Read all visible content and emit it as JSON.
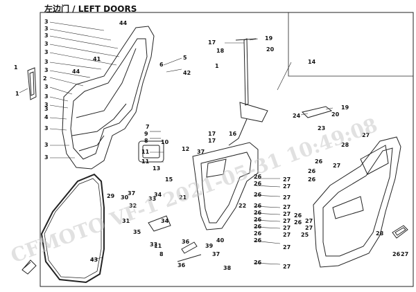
{
  "title": "左边门 / LEFT DOORS",
  "watermark": "CFMOTO  VF-1  2021-05-31  10:49:08",
  "callouts": [
    {
      "id": "c01",
      "text": "3"
    },
    {
      "id": "c02",
      "text": "3"
    },
    {
      "id": "c03",
      "text": "3"
    },
    {
      "id": "c04",
      "text": "3"
    },
    {
      "id": "c05",
      "text": "3"
    },
    {
      "id": "c06",
      "text": "3"
    },
    {
      "id": "c07",
      "text": "44"
    },
    {
      "id": "c08",
      "text": "1"
    },
    {
      "id": "c09",
      "text": "2"
    },
    {
      "id": "c10",
      "text": "3"
    },
    {
      "id": "c11",
      "text": "3"
    },
    {
      "id": "c12",
      "text": "1"
    },
    {
      "id": "c13",
      "text": "3"
    },
    {
      "id": "c14",
      "text": "3"
    },
    {
      "id": "c15",
      "text": "3"
    },
    {
      "id": "c16",
      "text": "4"
    },
    {
      "id": "c17",
      "text": "3"
    },
    {
      "id": "c18",
      "text": "3"
    },
    {
      "id": "c19",
      "text": "3"
    },
    {
      "id": "c20",
      "text": "44"
    },
    {
      "id": "c21",
      "text": "41"
    },
    {
      "id": "c22",
      "text": "5"
    },
    {
      "id": "c23",
      "text": "6"
    },
    {
      "id": "c24",
      "text": "42"
    },
    {
      "id": "c25",
      "text": "1"
    },
    {
      "id": "c26",
      "text": "17"
    },
    {
      "id": "c27",
      "text": "18"
    },
    {
      "id": "c28",
      "text": "19"
    },
    {
      "id": "c29",
      "text": "20"
    },
    {
      "id": "c30",
      "text": "14"
    },
    {
      "id": "c31",
      "text": "7"
    },
    {
      "id": "c32",
      "text": "9"
    },
    {
      "id": "c33",
      "text": "8"
    },
    {
      "id": "c34",
      "text": "10"
    },
    {
      "id": "c35",
      "text": "11"
    },
    {
      "id": "c36",
      "text": "11"
    },
    {
      "id": "c37",
      "text": "13"
    },
    {
      "id": "c38",
      "text": "12"
    },
    {
      "id": "c39",
      "text": "15"
    },
    {
      "id": "c40",
      "text": "37"
    },
    {
      "id": "c41",
      "text": "17"
    },
    {
      "id": "c42",
      "text": "17"
    },
    {
      "id": "c43",
      "text": "16"
    },
    {
      "id": "c44",
      "text": "26"
    },
    {
      "id": "c45",
      "text": "26"
    },
    {
      "id": "c46",
      "text": "21"
    },
    {
      "id": "c47",
      "text": "22"
    },
    {
      "id": "c48",
      "text": "24"
    },
    {
      "id": "c49",
      "text": "23"
    },
    {
      "id": "c50",
      "text": "20"
    },
    {
      "id": "c51",
      "text": "19"
    },
    {
      "id": "c52",
      "text": "27"
    },
    {
      "id": "c53",
      "text": "28"
    },
    {
      "id": "c54",
      "text": "26"
    },
    {
      "id": "c55",
      "text": "27"
    },
    {
      "id": "c56",
      "text": "26"
    },
    {
      "id": "c57",
      "text": "27"
    },
    {
      "id": "c58",
      "text": "27"
    },
    {
      "id": "c59",
      "text": "26"
    },
    {
      "id": "c60",
      "text": "26"
    },
    {
      "id": "c61",
      "text": "27"
    },
    {
      "id": "c62",
      "text": "27"
    },
    {
      "id": "c63",
      "text": "26"
    },
    {
      "id": "c64",
      "text": "27"
    },
    {
      "id": "c65",
      "text": "26"
    },
    {
      "id": "c66",
      "text": "26"
    },
    {
      "id": "c67",
      "text": "27"
    },
    {
      "id": "c68",
      "text": "26"
    },
    {
      "id": "c69",
      "text": "27"
    },
    {
      "id": "c70",
      "text": "26"
    },
    {
      "id": "c71",
      "text": "27"
    },
    {
      "id": "c72",
      "text": "26"
    },
    {
      "id": "c73",
      "text": "26"
    },
    {
      "id": "c74",
      "text": "27"
    },
    {
      "id": "c75",
      "text": "27"
    },
    {
      "id": "c76",
      "text": "25"
    },
    {
      "id": "c77",
      "text": "26"
    },
    {
      "id": "c78",
      "text": "27"
    },
    {
      "id": "c79",
      "text": "26"
    },
    {
      "id": "c80",
      "text": "27"
    },
    {
      "id": "c81",
      "text": "28"
    },
    {
      "id": "c82",
      "text": "26"
    },
    {
      "id": "c83",
      "text": "27"
    },
    {
      "id": "c84",
      "text": "29"
    },
    {
      "id": "c85",
      "text": "30"
    },
    {
      "id": "c86",
      "text": "32"
    },
    {
      "id": "c87",
      "text": "37"
    },
    {
      "id": "c88",
      "text": "34"
    },
    {
      "id": "c89",
      "text": "33"
    },
    {
      "id": "c90",
      "text": "31"
    },
    {
      "id": "c91",
      "text": "35"
    },
    {
      "id": "c92",
      "text": "33"
    },
    {
      "id": "c93",
      "text": "34"
    },
    {
      "id": "c94",
      "text": "36"
    },
    {
      "id": "c95",
      "text": "11"
    },
    {
      "id": "c96",
      "text": "8"
    },
    {
      "id": "c97",
      "text": "40"
    },
    {
      "id": "c98",
      "text": "39"
    },
    {
      "id": "c99",
      "text": "37"
    },
    {
      "id": "c100",
      "text": "36"
    },
    {
      "id": "c101",
      "text": "38"
    },
    {
      "id": "c102",
      "text": "43"
    },
    {
      "id": "c103",
      "text": "28"
    }
  ]
}
